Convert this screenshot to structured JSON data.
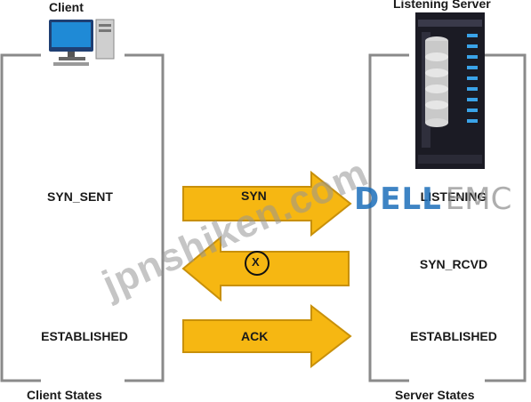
{
  "client": {
    "title": "Client",
    "footer": "Client States",
    "states": {
      "syn_sent": "SYN_SENT",
      "established": "ESTABLISHED"
    }
  },
  "server": {
    "title": "Listening Server",
    "footer": "Server States",
    "states": {
      "listening": "LISTENING",
      "syn_rcvd": "SYN_RCVD",
      "established": "ESTABLISHED"
    }
  },
  "arrows": {
    "syn": "SYN",
    "blocked": "X",
    "ack": "ACK"
  },
  "logo": {
    "dell": "DELL",
    "emc": "EMC"
  },
  "watermark": "jpnshiken.com",
  "colors": {
    "arrow_fill": "#f6b712",
    "arrow_stroke": "#c8900a",
    "bracket": "#8a8a8a"
  }
}
